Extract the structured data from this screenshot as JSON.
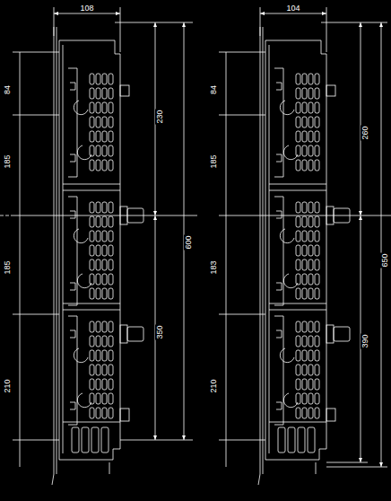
{
  "diagram": {
    "labels": [
      "108",
      "84",
      "185",
      "230",
      "185",
      "600",
      "350",
      "210",
      "104",
      "84",
      "185",
      "260",
      "183",
      "650",
      "390",
      "210"
    ]
  }
}
